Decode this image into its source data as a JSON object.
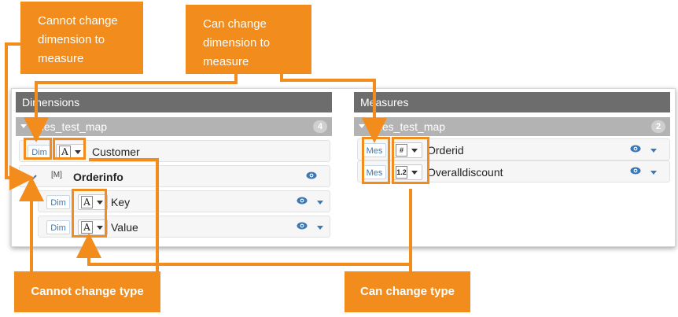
{
  "callouts": {
    "top_left": [
      "Cannot change",
      "dimension to",
      "measure"
    ],
    "top_right": [
      "Can change",
      "dimension to",
      "measure"
    ],
    "bottom_left": "Cannot change type",
    "bottom_right": "Can change type"
  },
  "dimensions": {
    "title": "Dimensions",
    "group": {
      "name": "sales_test_map",
      "count": "4"
    },
    "rows": [
      {
        "badge": "Dim",
        "type_glyph": "A",
        "label": "Customer"
      },
      {
        "badge": "[M]",
        "label": "Orderinfo"
      },
      {
        "badge": "Dim",
        "type_glyph": "A",
        "label": "Key"
      },
      {
        "badge": "Dim",
        "type_glyph": "A",
        "label": "Value"
      }
    ]
  },
  "measures": {
    "title": "Measures",
    "group": {
      "name": "sales_test_map",
      "count": "2"
    },
    "rows": [
      {
        "badge": "Mes",
        "type_glyph": "#",
        "label": "Orderid"
      },
      {
        "badge": "Mes",
        "type_glyph": "1.2",
        "label": "Overalldiscount"
      }
    ]
  },
  "colors": {
    "accent": "#f28c1c",
    "header": "#6d6d6d",
    "group": "#b3b3b3",
    "link": "#3b78b6"
  },
  "icons": [
    "eye-icon",
    "chevron-down-icon",
    "dropdown-caret-icon"
  ]
}
